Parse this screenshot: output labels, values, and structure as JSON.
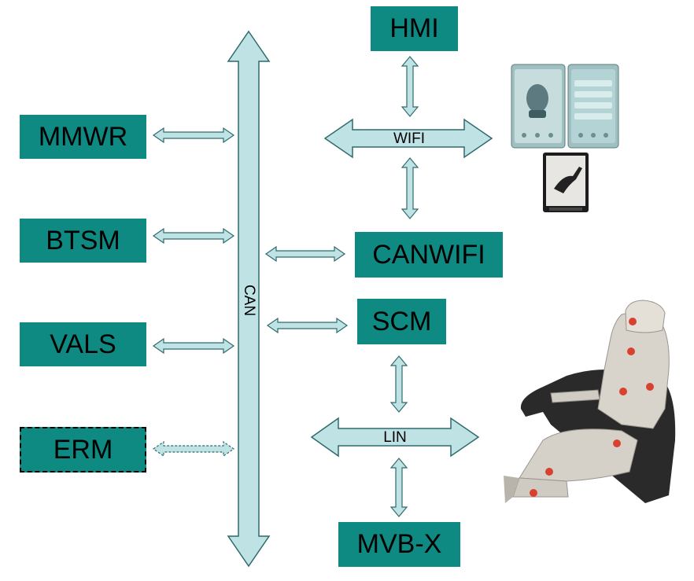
{
  "colors": {
    "node_fill": "#0f8a82",
    "arrow_fill": "#bfe3e5",
    "arrow_stroke": "#2f6b6c"
  },
  "nodes": {
    "mmwr": "MMWR",
    "btsm": "BTSM",
    "vals": "VALS",
    "erm": "ERM",
    "hmi": "HMI",
    "canwifi": "CANWIFI",
    "scm": "SCM",
    "mvbx": "MVB-X"
  },
  "buses": {
    "can": "CAN",
    "wifi": "WIFI",
    "lin": "LIN"
  },
  "images": {
    "app_screens": "hmi-app-screenshots",
    "seat": "massage-seat-photo"
  }
}
